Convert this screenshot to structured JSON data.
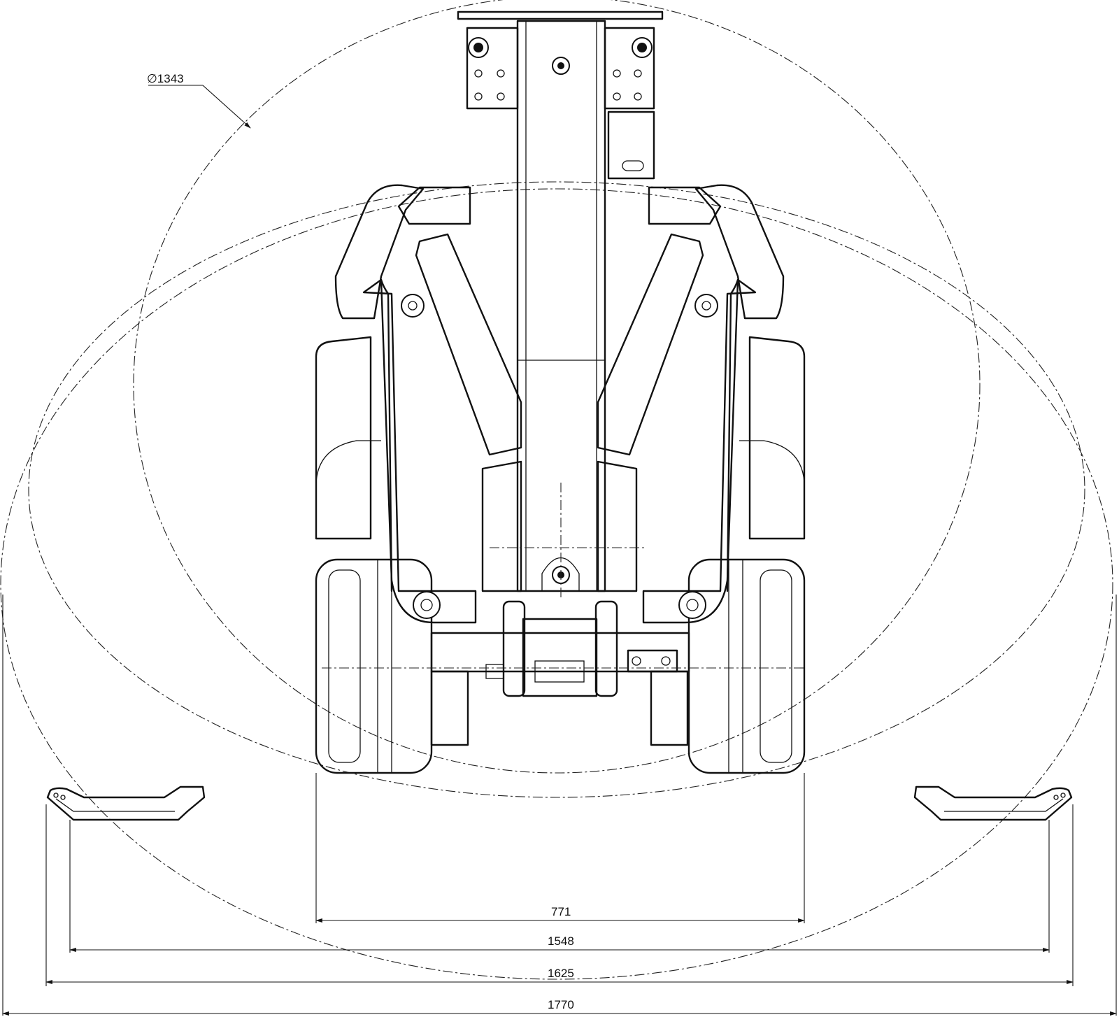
{
  "dimensions": {
    "radius_label": "∅1343",
    "width_771": "771",
    "width_1548": "1548",
    "width_1625": "1625",
    "width_1770": "1770"
  }
}
